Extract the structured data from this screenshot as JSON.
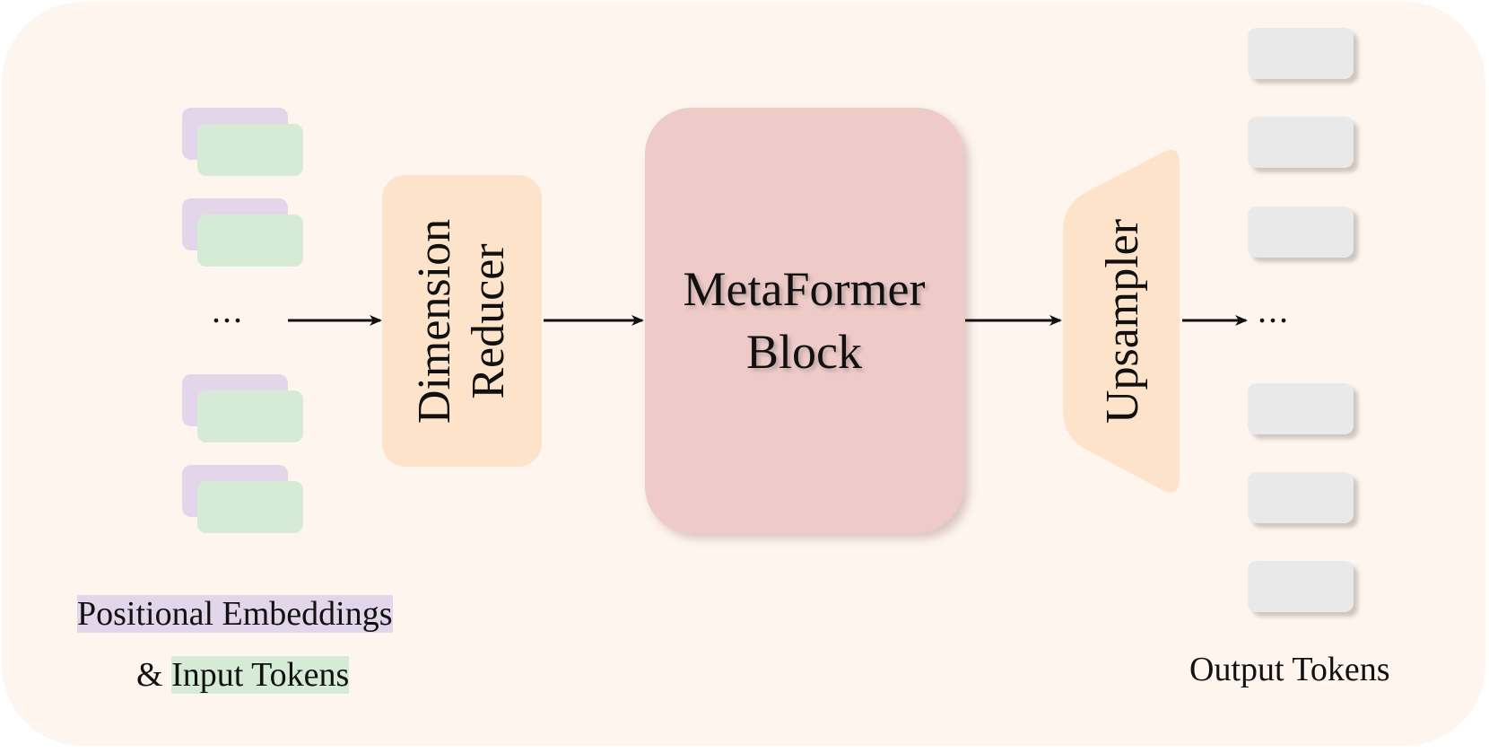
{
  "diagram": {
    "reducer_label": [
      "Dimension",
      "Reducer"
    ],
    "metaformer_label": [
      "MetaFormer",
      "Block"
    ],
    "upsampler_label": "Upsampler",
    "input_dots": "...",
    "output_dots": "...",
    "legend": {
      "positional_embeddings": "Positional Embeddings",
      "ampersand": "&",
      "input_tokens": "Input Tokens"
    },
    "output_tokens_label": "Output Tokens"
  },
  "colors": {
    "background": "#fef5ef",
    "positional_embedding": "#e3d6ea",
    "input_token": "#d6ebd5",
    "dimension_reducer": "#fee3cb",
    "metaformer_block": "#eecbc8",
    "upsampler": "#fee3cb",
    "output_token": "#e9e9e9"
  }
}
